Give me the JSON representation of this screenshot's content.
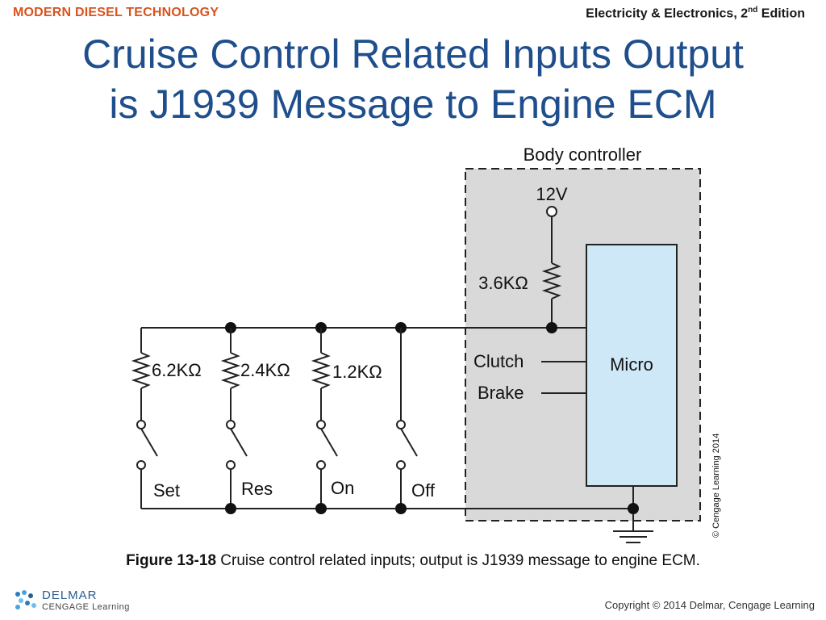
{
  "header": {
    "left": "MODERN DIESEL TECHNOLOGY",
    "right_main": "Electricity & Electronics, 2",
    "right_sup": "nd",
    "right_tail": " Edition"
  },
  "title": {
    "line1": "Cruise Control Related Inputs Output",
    "line2": "is J1939 Message to Engine ECM"
  },
  "diagram": {
    "body_controller": "Body controller",
    "supply": "12V",
    "pullup": "3.6KΩ",
    "micro": "Micro",
    "inputs": [
      "Clutch",
      "Brake"
    ],
    "resistors": [
      "6.2KΩ",
      "2.4KΩ",
      "1.2KΩ"
    ],
    "switches": [
      "Set",
      "Res",
      "On",
      "Off"
    ],
    "watermark": "© Cengage Learning 2014"
  },
  "colors": {
    "title": "#1f4e8c",
    "brand": "#d9531e",
    "controller_fill": "#d9d9d9",
    "micro_fill": "#cfe8f7"
  },
  "caption": {
    "label": "Figure 13-18",
    "text": " Cruise control related inputs; output is J1939 message to engine ECM."
  },
  "logo": {
    "name": "DELMAR",
    "sub": "CENGAGE Learning"
  },
  "copyright": "Copyright © 2014 Delmar, Cengage Learning"
}
